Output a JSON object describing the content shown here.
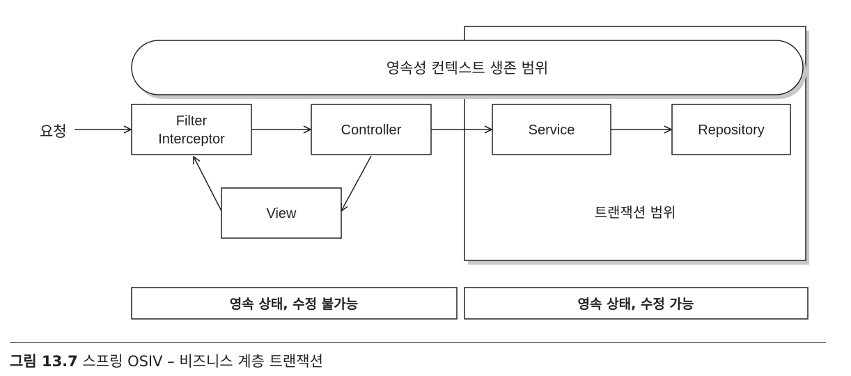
{
  "diagram": {
    "persistence_context_scope": "영속성 컨텍스트 생존 범위",
    "request": "요청",
    "filter_line1": "Filter",
    "filter_line2": "Interceptor",
    "controller": "Controller",
    "view": "View",
    "service": "Service",
    "repository": "Repository",
    "transaction_scope": "트랜잭션 범위",
    "state_left": "영속 상태, 수정 불가능",
    "state_right": "영속 상태, 수정 가능"
  },
  "caption": {
    "label": "그림 13.7",
    "text": " 스프링 OSIV – 비즈니스 계층 트랜잭션"
  }
}
